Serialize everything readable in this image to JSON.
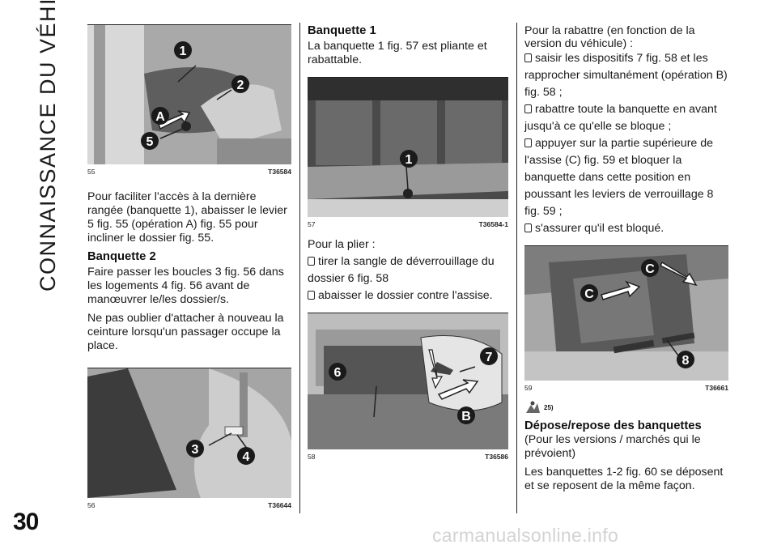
{
  "side_title": "CONNAISSANCE DU VÉHICULE",
  "page_number": "30",
  "footer": "carmanualsonline.info",
  "col1": {
    "fig55": {
      "num": "55",
      "code": "T36584",
      "labels": [
        "1",
        "2",
        "A",
        "5"
      ]
    },
    "p1": "Pour faciliter l'accès à la dernière rangée (banquette 1), abaisser le levier 5 fig. 55 (opération A) fig. 55 pour incliner le dossier fig. 55.",
    "h2": "Banquette 2",
    "p2": "Faire passer les boucles 3 fig. 56 dans les logements 4 fig. 56 avant de manœuvrer le/les dossier/s.",
    "p3": "Ne pas oublier d'attacher à nouveau la ceinture lorsqu'un passager occupe la place.",
    "fig56": {
      "num": "56",
      "code": "T36644",
      "labels": [
        "3",
        "4"
      ]
    }
  },
  "col2": {
    "h1": "Banquette 1",
    "p1": "La banquette 1 fig. 57 est pliante et rabattable.",
    "fig57": {
      "num": "57",
      "code": "T36584-1",
      "labels": [
        "1"
      ]
    },
    "intro": "Pour la plier :",
    "b1a": "tirer la sangle de déverrouillage du",
    "b1b": "dossier 6 fig. 58",
    "b2": "abaisser le dossier contre l'assise.",
    "fig58": {
      "num": "58",
      "code": "T36586",
      "labels": [
        "6",
        "7",
        "B"
      ]
    }
  },
  "col3": {
    "intro1": "Pour la rabattre (en fonction de la",
    "intro2": "version du véhicule) :",
    "b1a": "saisir les dispositifs 7 fig. 58 et les",
    "b1b": "rapprocher simultanément (opération B)",
    "b1c": "fig. 58 ;",
    "b2a": "rabattre toute la banquette en avant",
    "b2b": "jusqu'à ce qu'elle se bloque ;",
    "b3a": "appuyer sur la partie supérieure de",
    "b3b": "l'assise (C) fig. 59 et bloquer la",
    "b3c": "banquette dans cette position en",
    "b3d": "poussant les leviers de verrouillage 8",
    "b3e": "fig. 59 ;",
    "b4": "s'assurer qu'il est bloqué.",
    "fig59": {
      "num": "59",
      "code": "T36661",
      "labels": [
        "C",
        "C",
        "8"
      ]
    },
    "warn_ref": "25)",
    "h2": "Dépose/repose des banquettes",
    "sub": "(Pour les versions / marchés qui le prévoient)",
    "p_last": "Les banquettes 1-2 fig. 60 se déposent et se reposent de la même façon."
  }
}
